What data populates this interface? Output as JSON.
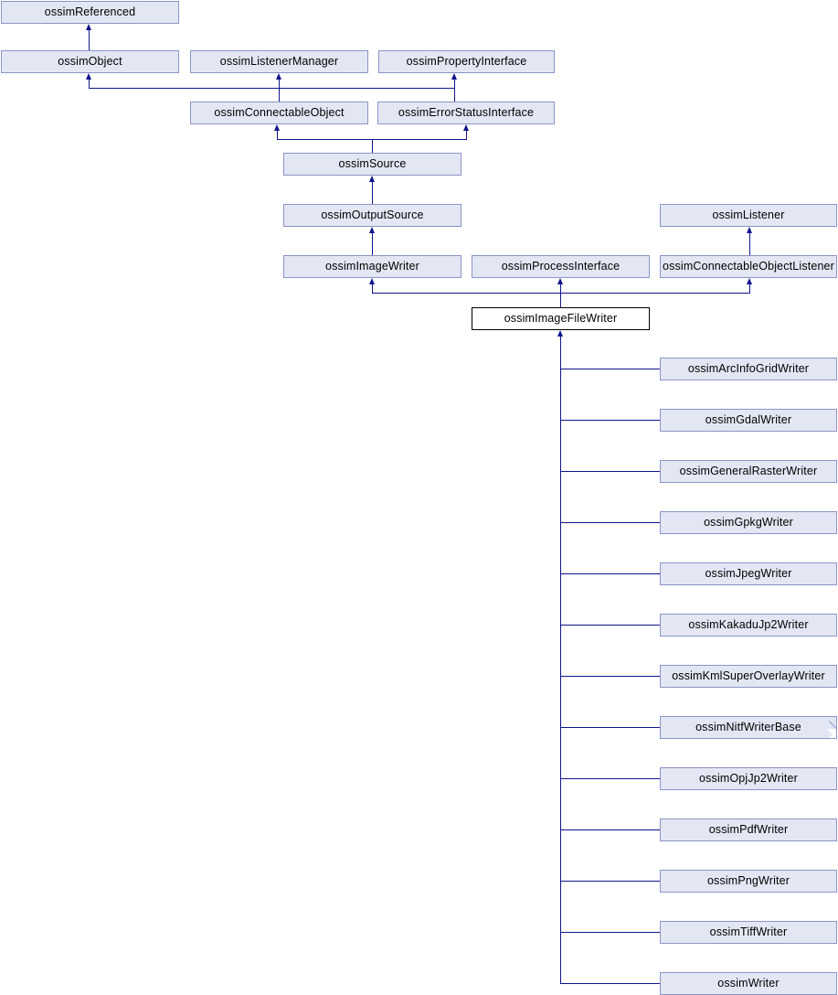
{
  "diagram": {
    "title": "ossimImageFileWriter inheritance diagram",
    "type": "class-inheritance-graph",
    "focus_class": "ossimImageFileWriter",
    "colors": {
      "node_fill": "#e3e7f4",
      "node_border": "#8b95c6",
      "focus_fill": "#ffffff",
      "focus_border": "#000000",
      "edge": "#10148c",
      "background": "#ffffff",
      "text": "#000000"
    },
    "nodes": {
      "ossimReferenced": {
        "label": "ossimReferenced"
      },
      "ossimObject": {
        "label": "ossimObject"
      },
      "ossimListenerManager": {
        "label": "ossimListenerManager"
      },
      "ossimPropertyInterface": {
        "label": "ossimPropertyInterface"
      },
      "ossimConnectableObject": {
        "label": "ossimConnectableObject"
      },
      "ossimErrorStatusInterface": {
        "label": "ossimErrorStatusInterface"
      },
      "ossimSource": {
        "label": "ossimSource"
      },
      "ossimOutputSource": {
        "label": "ossimOutputSource"
      },
      "ossimListener": {
        "label": "ossimListener"
      },
      "ossimImageWriter": {
        "label": "ossimImageWriter"
      },
      "ossimProcessInterface": {
        "label": "ossimProcessInterface"
      },
      "ossimConnectableObjectListener": {
        "label": "ossimConnectableObjectListener"
      },
      "ossimImageFileWriter": {
        "label": "ossimImageFileWriter"
      },
      "ossimArcInfoGridWriter": {
        "label": "ossimArcInfoGridWriter"
      },
      "ossimGdalWriter": {
        "label": "ossimGdalWriter"
      },
      "ossimGeneralRasterWriter": {
        "label": "ossimGeneralRasterWriter"
      },
      "ossimGpkgWriter": {
        "label": "ossimGpkgWriter"
      },
      "ossimJpegWriter": {
        "label": "ossimJpegWriter"
      },
      "ossimKakaduJp2Writer": {
        "label": "ossimKakaduJp2Writer"
      },
      "ossimKmlSuperOverlayWriter": {
        "label": "ossimKmlSuperOverlayWriter"
      },
      "ossimNitfWriterBase": {
        "label": "ossimNitfWriterBase",
        "has_hidden_children": true
      },
      "ossimOpjJp2Writer": {
        "label": "ossimOpjJp2Writer"
      },
      "ossimPdfWriter": {
        "label": "ossimPdfWriter"
      },
      "ossimPngWriter": {
        "label": "ossimPngWriter"
      },
      "ossimTiffWriter": {
        "label": "ossimTiffWriter"
      },
      "ossimWriter": {
        "label": "ossimWriter"
      }
    },
    "edges": [
      {
        "from": "ossimObject",
        "to": "ossimReferenced"
      },
      {
        "from": "ossimConnectableObject",
        "to": "ossimObject"
      },
      {
        "from": "ossimConnectableObject",
        "to": "ossimListenerManager"
      },
      {
        "from": "ossimConnectableObject",
        "to": "ossimPropertyInterface"
      },
      {
        "from": "ossimErrorStatusInterface",
        "to": "ossimPropertyInterface"
      },
      {
        "from": "ossimSource",
        "to": "ossimConnectableObject"
      },
      {
        "from": "ossimSource",
        "to": "ossimErrorStatusInterface"
      },
      {
        "from": "ossimOutputSource",
        "to": "ossimSource"
      },
      {
        "from": "ossimImageWriter",
        "to": "ossimOutputSource"
      },
      {
        "from": "ossimConnectableObjectListener",
        "to": "ossimListener"
      },
      {
        "from": "ossimImageFileWriter",
        "to": "ossimImageWriter"
      },
      {
        "from": "ossimImageFileWriter",
        "to": "ossimProcessInterface"
      },
      {
        "from": "ossimImageFileWriter",
        "to": "ossimConnectableObjectListener"
      },
      {
        "from": "ossimArcInfoGridWriter",
        "to": "ossimImageFileWriter"
      },
      {
        "from": "ossimGdalWriter",
        "to": "ossimImageFileWriter"
      },
      {
        "from": "ossimGeneralRasterWriter",
        "to": "ossimImageFileWriter"
      },
      {
        "from": "ossimGpkgWriter",
        "to": "ossimImageFileWriter"
      },
      {
        "from": "ossimJpegWriter",
        "to": "ossimImageFileWriter"
      },
      {
        "from": "ossimKakaduJp2Writer",
        "to": "ossimImageFileWriter"
      },
      {
        "from": "ossimKmlSuperOverlayWriter",
        "to": "ossimImageFileWriter"
      },
      {
        "from": "ossimNitfWriterBase",
        "to": "ossimImageFileWriter"
      },
      {
        "from": "ossimOpjJp2Writer",
        "to": "ossimImageFileWriter"
      },
      {
        "from": "ossimPdfWriter",
        "to": "ossimImageFileWriter"
      },
      {
        "from": "ossimPngWriter",
        "to": "ossimImageFileWriter"
      },
      {
        "from": "ossimTiffWriter",
        "to": "ossimImageFileWriter"
      },
      {
        "from": "ossimWriter",
        "to": "ossimImageFileWriter"
      }
    ]
  }
}
